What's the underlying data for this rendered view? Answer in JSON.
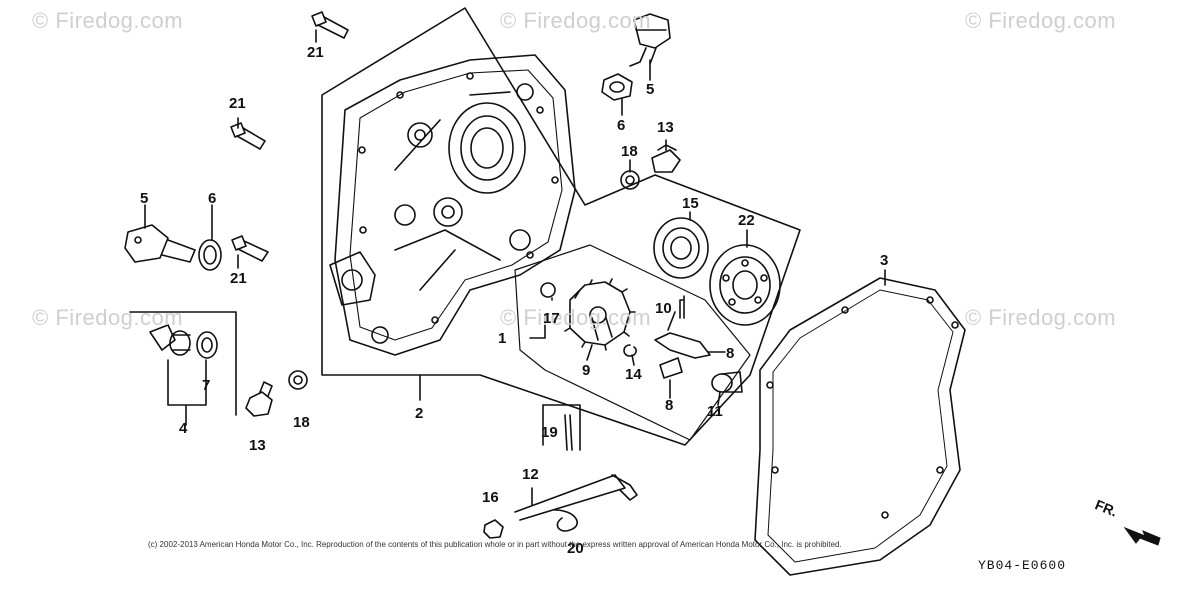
{
  "watermarks": [
    "© Firedog.com",
    "© Firedog.com",
    "© Firedog.com",
    "© Firedog.com",
    "© Firedog.com",
    "© Firedog.com"
  ],
  "callouts": {
    "c21_top": "21",
    "c21_left": "21",
    "c21_mid": "21",
    "c5_left": "5",
    "c6_left": "6",
    "c5_right": "5",
    "c6_right": "6",
    "c13_right": "13",
    "c18_right": "18",
    "c15": "15",
    "c22": "22",
    "c3": "3",
    "c17": "17",
    "c10": "10",
    "c1": "1",
    "c8_top": "8",
    "c9": "9",
    "c14": "14",
    "c8_bottom": "8",
    "c11": "11",
    "c7": "7",
    "c4": "4",
    "c13_left": "13",
    "c18_left": "18",
    "c2": "2",
    "c19": "19",
    "c12": "12",
    "c16": "16",
    "c20": "20"
  },
  "copyright": "(c) 2002-2013 American Honda Motor Co., Inc. Reproduction of the contents of this publication whole or in part without the express written approval of American Honda Motor Co., Inc. is prohibited.",
  "diagram_code": "YB04-E0600",
  "fr_label": "FR."
}
